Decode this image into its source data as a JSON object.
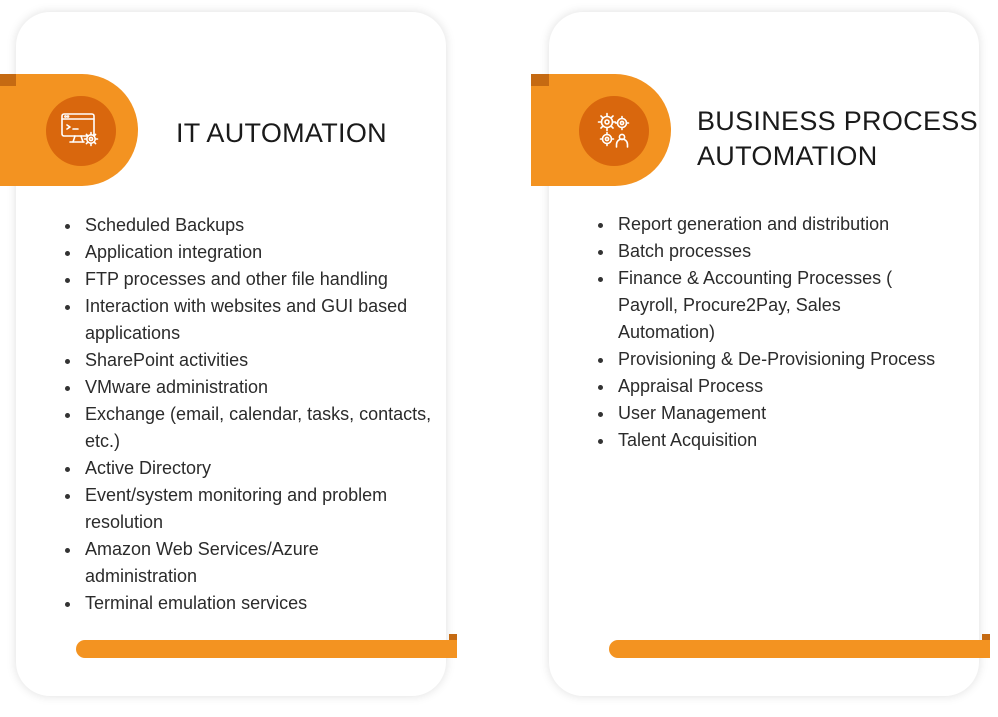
{
  "cards": [
    {
      "title": "IT AUTOMATION",
      "icon": "monitor-gear-icon",
      "items": [
        "Scheduled Backups",
        "Application integration",
        "FTP processes and other file handling",
        "Interaction with websites and GUI based applications",
        "SharePoint activities",
        "VMware administration",
        "Exchange (email, calendar, tasks, contacts, etc.)",
        "Active Directory",
        "Event/system monitoring and problem resolution",
        "Amazon Web Services/Azure administration",
        "Terminal emulation services"
      ]
    },
    {
      "title_line1": "BUSINESS PROCESS",
      "title_line2": "AUTOMATION",
      "icon": "gears-person-icon",
      "items": [
        "Report generation and distribution",
        "Batch processes",
        "Finance & Accounting Processes ( Payroll, Procure2Pay, Sales Automation)",
        "Provisioning & De-Provisioning Process",
        "Appraisal Process",
        "User Management",
        "Talent Acquisition"
      ]
    }
  ],
  "colors": {
    "accent": "#f39321",
    "accent_dark": "#d9670d",
    "fold": "#c56a12",
    "text": "#2b2b2b"
  }
}
